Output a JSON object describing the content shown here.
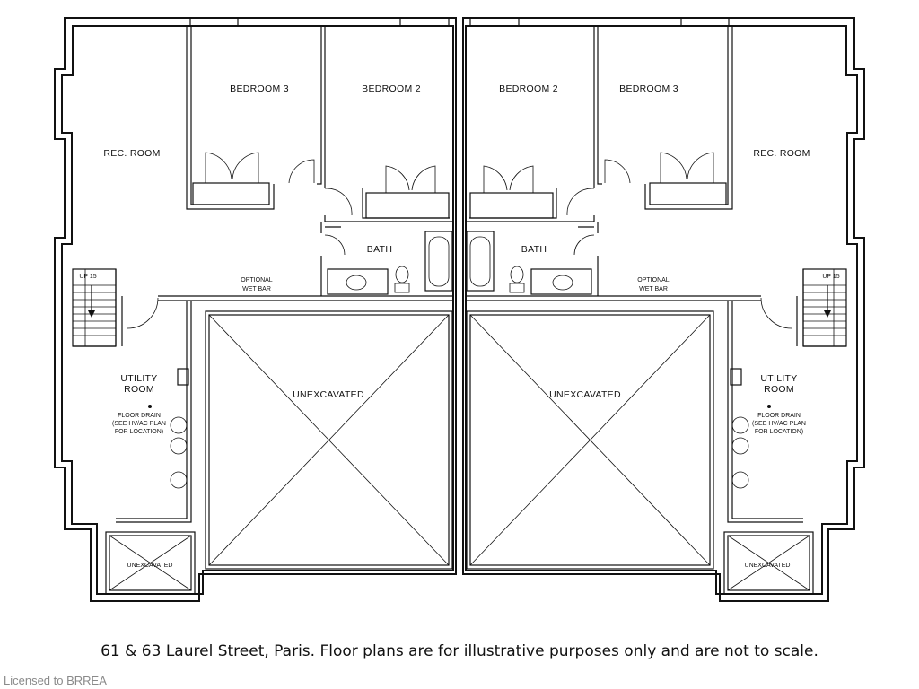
{
  "plan": {
    "left_unit": {
      "rec_room": "REC. ROOM",
      "bedroom_3": "BEDROOM 3",
      "bedroom_2": "BEDROOM 2",
      "bath": "BATH",
      "wet_bar_1": "OPTIONAL",
      "wet_bar_2": "WET BAR",
      "up": "UP 15",
      "utility_1": "UTILITY",
      "utility_2": "ROOM",
      "drain_1": "FLOOR DRAIN",
      "drain_2": "(SEE HV/AC PLAN",
      "drain_3": "FOR LOCATION)",
      "unexcavated_large": "UNEXCAVATED",
      "unexcavated_small": "UNEXCAVATED"
    },
    "right_unit": {
      "rec_room": "REC. ROOM",
      "bedroom_3": "BEDROOM 3",
      "bedroom_2": "BEDROOM 2",
      "bath": "BATH",
      "wet_bar_1": "OPTIONAL",
      "wet_bar_2": "WET BAR",
      "up": "UP 15",
      "utility_1": "UTILITY",
      "utility_2": "ROOM",
      "drain_1": "FLOOR DRAIN",
      "drain_2": "(SEE HV/AC PLAN",
      "drain_3": "FOR LOCATION)",
      "unexcavated_large": "UNEXCAVATED",
      "unexcavated_small": "UNEXCAVATED"
    }
  },
  "caption": "61 & 63 Laurel Street, Paris. Floor plans are for illustrative purposes only and are not to scale.",
  "watermark": "Licensed to BRREA"
}
